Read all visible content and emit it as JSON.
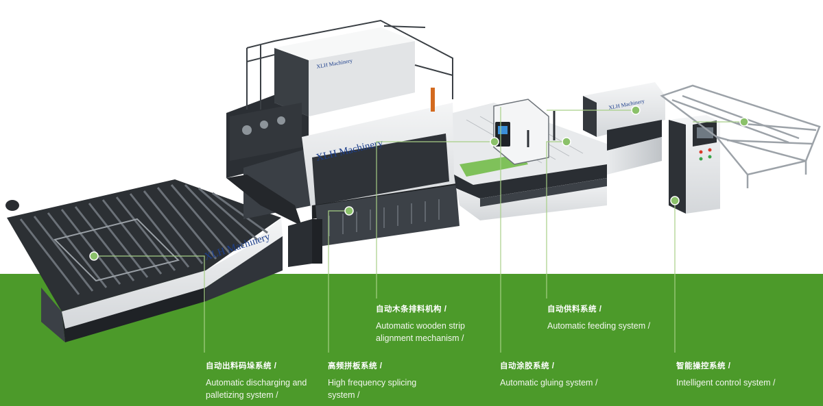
{
  "brand": "XLH Machinery",
  "colors": {
    "background_green": "#4c9a2a",
    "callout_line": "#a6cf86",
    "brand_text": "#1d3f8c"
  },
  "callouts": [
    {
      "id": "discharging",
      "zh": "自动出料码垛系统 /",
      "en1": "Automatic discharging and",
      "en2": "palletizing system  /"
    },
    {
      "id": "splicing",
      "zh": "高频拼板系统 /",
      "en1": "High frequency splicing",
      "en2": "system  /"
    },
    {
      "id": "strip",
      "zh": "自动木条排料机构 /",
      "en1": "Automatic wooden strip",
      "en2": "alignment mechanism  /"
    },
    {
      "id": "gluing",
      "zh": "自动涂胶系统 /",
      "en1": "Automatic gluing system  /",
      "en2": ""
    },
    {
      "id": "feeding",
      "zh": "自动供料系统 /",
      "en1": "Automatic feeding system  /",
      "en2": ""
    },
    {
      "id": "control",
      "zh": "智能操控系统 /",
      "en1": "Intelligent control system  /",
      "en2": ""
    }
  ]
}
